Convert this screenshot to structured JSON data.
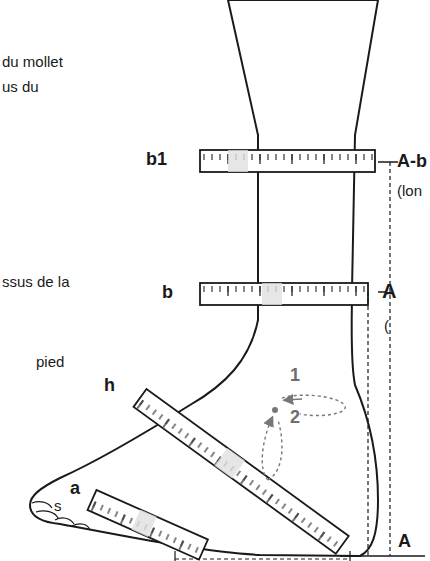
{
  "diagram": {
    "labels": [
      "du mollet",
      "us du",
      "ssus de la",
      "pied",
      "s",
      "b1",
      "b",
      "h",
      "a",
      "A-b",
      "(lon",
      "A",
      "(",
      "1",
      "2",
      "A"
    ]
  }
}
